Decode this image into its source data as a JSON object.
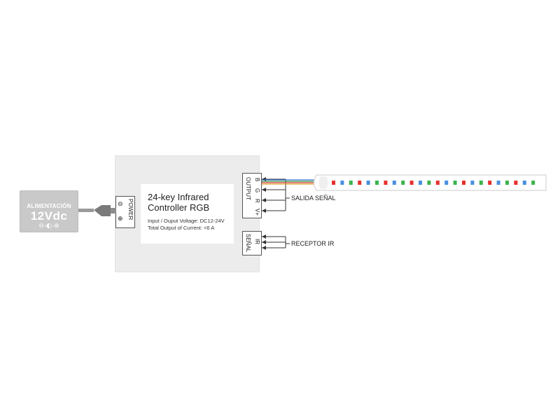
{
  "power_supply": {
    "label": "ALIMENTACIÓN",
    "voltage": "12Vdc",
    "polarity": "⊖-◐-⊕",
    "color": "#c9c9c9"
  },
  "controller": {
    "title_line1": "24-key Infrared",
    "title_line2": "Controller RGB",
    "spec_voltage": "Input / Ouput Voltage: DC12-24V",
    "spec_current": "Total Output of Current: <6 A",
    "housing_color": "#ececec"
  },
  "power_terminal": {
    "label": "POWER"
  },
  "output_terminal": {
    "group_label": "OUTPUT",
    "pins": [
      "B",
      "G",
      "R",
      "V+"
    ]
  },
  "signal_terminal": {
    "group_label": "SEÑAL",
    "pin": "IR"
  },
  "annotations": {
    "output": "SALIDA SEÑAL",
    "receiver": "RECEPTOR IR"
  },
  "led_strip": {
    "led_colors": [
      "#e5322d",
      "#4a8fe0",
      "#3bb54a"
    ]
  }
}
